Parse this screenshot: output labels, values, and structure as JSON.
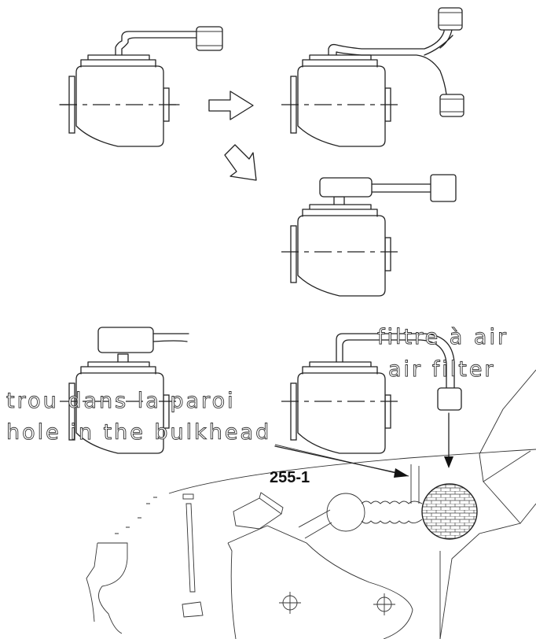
{
  "figure_id": "255-1",
  "labels": {
    "air_filter_fr": "filtre à air",
    "air_filter_en": "air filter",
    "hole_fr": "trou dans la paroi",
    "hole_en": "hole in the bulkhead"
  },
  "colors": {
    "line": "#222222",
    "background": "#ffffff"
  }
}
